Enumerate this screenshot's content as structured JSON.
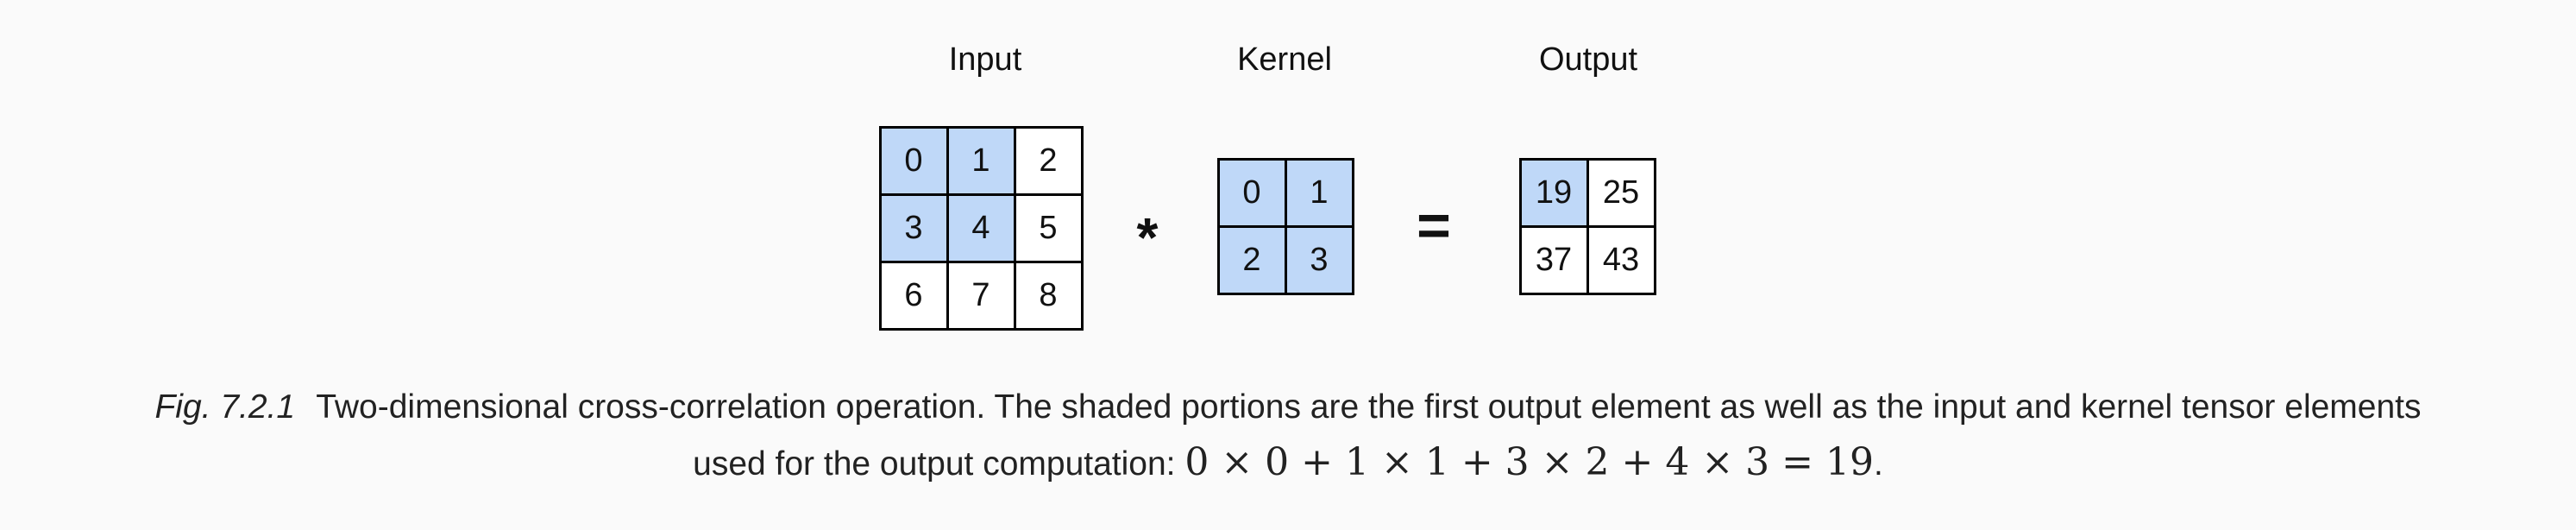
{
  "labels": {
    "input": "Input",
    "kernel": "Kernel",
    "output": "Output"
  },
  "input": [
    [
      "0",
      "1",
      "2"
    ],
    [
      "3",
      "4",
      "5"
    ],
    [
      "6",
      "7",
      "8"
    ]
  ],
  "kernel": [
    [
      "0",
      "1"
    ],
    [
      "2",
      "3"
    ]
  ],
  "output": [
    [
      "19",
      "25"
    ],
    [
      "37",
      "43"
    ]
  ],
  "shaded": {
    "input": [
      [
        0,
        0
      ],
      [
        0,
        1
      ],
      [
        1,
        0
      ],
      [
        1,
        1
      ]
    ],
    "kernel": [
      [
        0,
        0
      ],
      [
        0,
        1
      ],
      [
        1,
        0
      ],
      [
        1,
        1
      ]
    ],
    "output": [
      [
        0,
        0
      ]
    ]
  },
  "operators": {
    "convolve": "*",
    "equals": "="
  },
  "colors": {
    "shade": "#bfd8f8",
    "border": "#000000",
    "background": "#fafafa"
  },
  "caption": {
    "fig_label": "Fig. 7.2.1",
    "text_line1": "Two-dimensional cross-correlation operation. The shaded portions are the first output element as well as the input and kernel tensor elements",
    "text_line2": "used for the output computation: ",
    "formula": "0 × 0 + 1 × 1 + 3 × 2 + 4 × 3 = 19",
    "end": "."
  }
}
